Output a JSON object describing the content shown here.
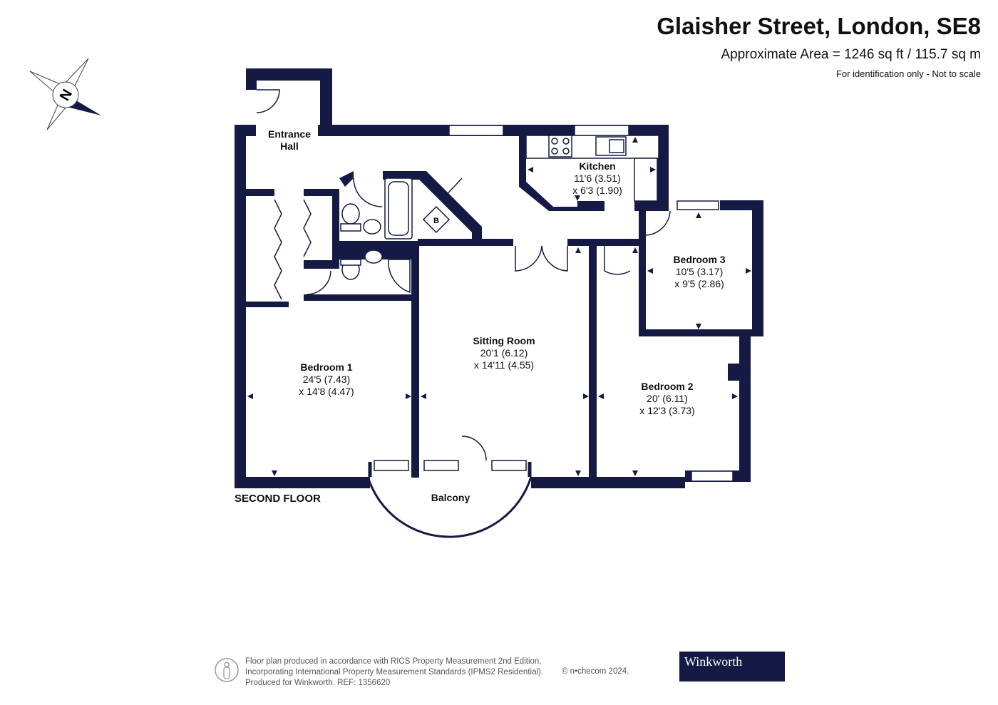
{
  "header": {
    "title": "Glaisher Street, London, SE8",
    "area": "Approximate Area = 1246 sq ft / 115.7 sq m",
    "note": "For identification only - Not to scale"
  },
  "compass": {
    "letter": "N",
    "icon": "compass-icon"
  },
  "rooms": {
    "entrance": {
      "name": "Entrance",
      "name2": "Hall"
    },
    "kitchen": {
      "name": "Kitchen",
      "dim1": "11'6 (3.51)",
      "dim2": "x 6'3 (1.90)"
    },
    "bedroom3": {
      "name": "Bedroom 3",
      "dim1": "10'5 (3.17)",
      "dim2": "x 9'5 (2.86)"
    },
    "sitting": {
      "name": "Sitting Room",
      "dim1": "20'1 (6.12)",
      "dim2": "x 14'11 (4.55)"
    },
    "bedroom1": {
      "name": "Bedroom 1",
      "dim1": "24'5 (7.43)",
      "dim2": "x 14'8 (4.47)"
    },
    "bedroom2": {
      "name": "Bedroom 2",
      "dim1": "20' (6.11)",
      "dim2": "x 12'3 (3.73)"
    },
    "balcony": {
      "name": "Balcony"
    },
    "boiler": {
      "label": "B"
    }
  },
  "floor_label": "SECOND FLOOR",
  "footer": {
    "line1": "Floor plan produced in accordance with RICS Property Measurement 2nd Edition,",
    "line2": "Incorporating International Property Measurement Standards (IPMS2 Residential).",
    "line3": "Produced for Winkworth.   REF: 1356620",
    "brand": "© n•checom 2024.",
    "agent": "Winkworth"
  },
  "colors": {
    "wall": "#141a43",
    "text": "#111111",
    "badge": "#141a43"
  }
}
